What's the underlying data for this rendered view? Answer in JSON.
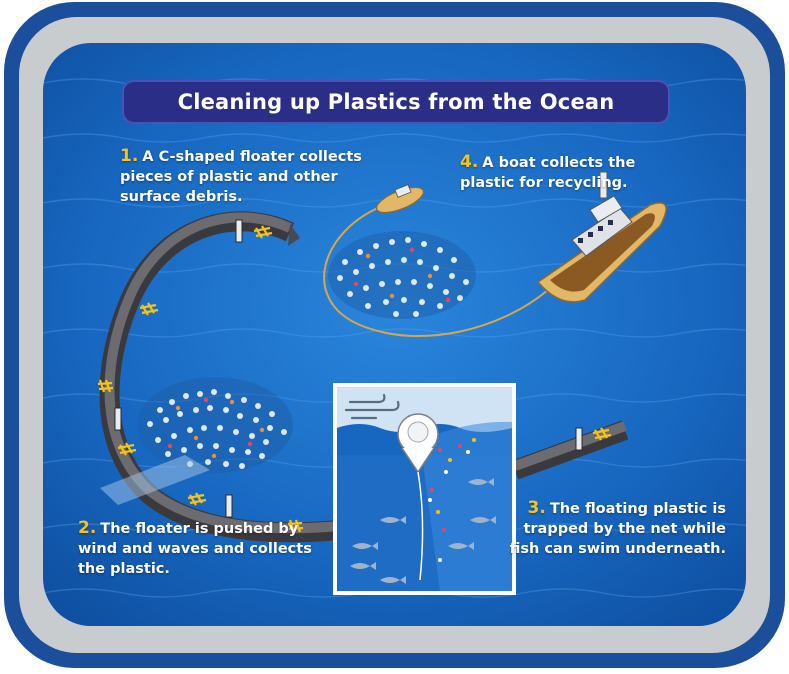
{
  "title": "Cleaning up Plastics from the Ocean",
  "steps": [
    {
      "number": "1.",
      "text": "A C-shaped floater collects pieces of plastic and other surface debris."
    },
    {
      "number": "2.",
      "text": "The floater is pushed by wind and waves and collects the plastic."
    },
    {
      "number": "3.",
      "text": "The floating plastic is trapped by the net while fish can swim underneath."
    },
    {
      "number": "4.",
      "text": "A boat collects the plastic for recycling."
    }
  ],
  "colors": {
    "frame": "#1b4f9c",
    "bezel": "#c9cccf",
    "ocean": "#1565c0",
    "title_bg": "#2b2e86",
    "step_number": "#f6c21c",
    "floater": "#5a5a5e",
    "boat_hull": "#e2b866"
  },
  "icons": [
    "wind-icon",
    "fish-icon",
    "boat-icon",
    "buoy-icon",
    "anchor-icon"
  ]
}
